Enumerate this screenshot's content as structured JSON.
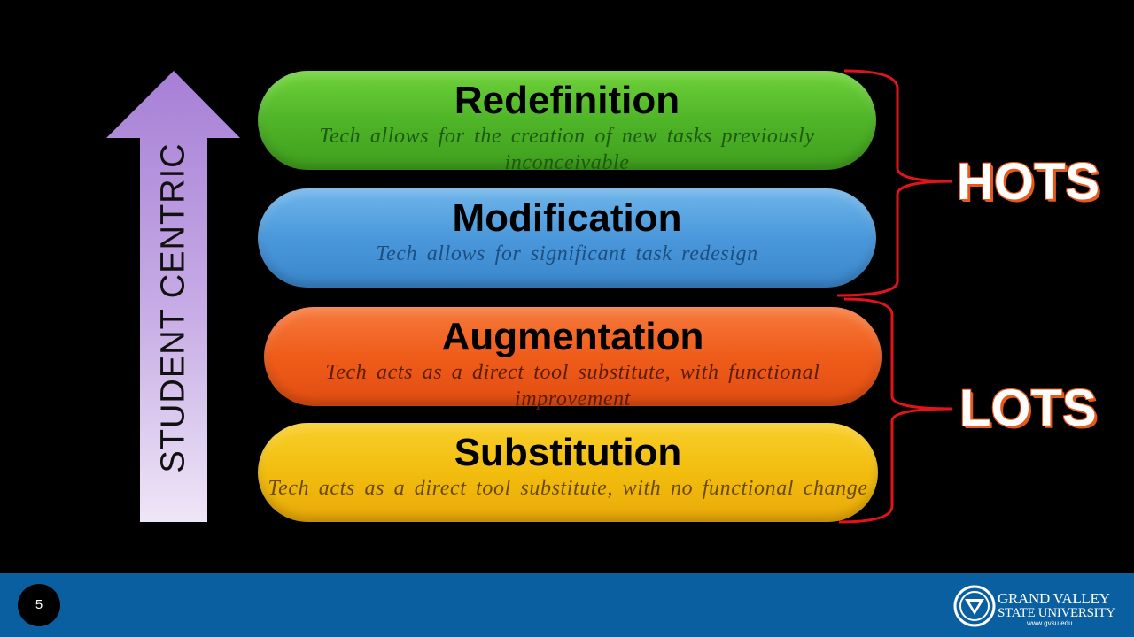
{
  "arrow": {
    "label": "STUDENT CENTRIC",
    "color_top": "#a77fd6",
    "color_bottom": "#efe6f7"
  },
  "levels": [
    {
      "title": "Redefinition",
      "description": "Tech allows for the creation of new tasks previously inconceivable",
      "color": "#4fb528"
    },
    {
      "title": "Modification",
      "description": "Tech allows for significant task redesign",
      "color": "#4a98db"
    },
    {
      "title": "Augmentation",
      "description": "Tech acts as a direct tool substitute, with functional improvement",
      "color": "#ef5c1a"
    },
    {
      "title": "Substitution",
      "description": "Tech acts as a direct tool substitute, with no functional change",
      "color": "#f2bd0f"
    }
  ],
  "groups": {
    "upper": {
      "label": "HOTS"
    },
    "lower": {
      "label": "LOTS"
    },
    "bracket_color": "#e3131b"
  },
  "footer": {
    "slide_number": "5",
    "background": "#0a5fa0",
    "logo_line1": "GRAND VALLEY",
    "logo_line2": "STATE UNIVERSITY",
    "logo_url": "www.gvsu.edu"
  }
}
